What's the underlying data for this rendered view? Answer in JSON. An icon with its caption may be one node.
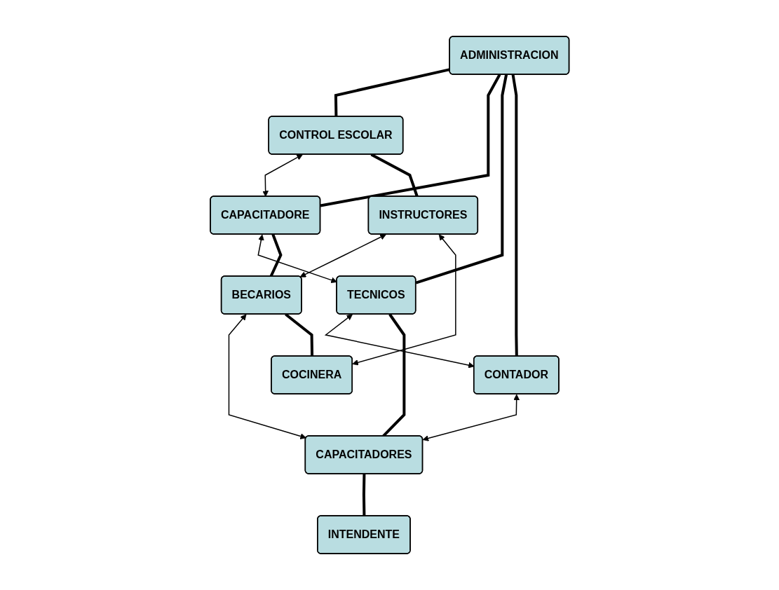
{
  "diagram": {
    "nodes": [
      {
        "text": [
          "ADMINISTRACION"
        ]
      },
      {
        "text": [
          "CONTROL ESCOLAR"
        ]
      },
      {
        "text": [
          "CAPACITADORE"
        ]
      },
      {
        "text": [
          "TECNICOS"
        ]
      },
      {
        "text": [
          "CONTADOR"
        ]
      },
      {
        "text": [
          "INSTRUCTORES"
        ]
      },
      {
        "text": [
          "BECARIOS"
        ]
      },
      {
        "text": [
          "CAPACITADORES"
        ]
      },
      {
        "text": [
          "COCINERA"
        ]
      },
      {
        "text": [
          "INTENDENTE"
        ]
      }
    ],
    "edges": [
      {
        "from": 0,
        "to": 1,
        "arrow": "none"
      },
      {
        "from": 0,
        "to": 2,
        "arrow": "none"
      },
      {
        "from": 0,
        "to": 3,
        "arrow": "none"
      },
      {
        "from": 0,
        "to": 4,
        "arrow": "none"
      },
      {
        "from": 1,
        "to": 2,
        "arrow": "both"
      },
      {
        "from": 2,
        "to": 3,
        "arrow": "both"
      },
      {
        "from": 3,
        "to": 4,
        "arrow": "both"
      },
      {
        "from": 1,
        "to": 5,
        "arrow": "none"
      },
      {
        "from": 2,
        "to": 6,
        "arrow": "none"
      },
      {
        "from": 3,
        "to": 7,
        "arrow": "none"
      },
      {
        "from": 5,
        "to": 6,
        "arrow": "both"
      },
      {
        "from": 6,
        "to": 7,
        "arrow": "both"
      },
      {
        "from": 4,
        "to": 7,
        "arrow": "both"
      },
      {
        "from": 5,
        "to": 8,
        "arrow": "both"
      },
      {
        "from": 6,
        "to": 8,
        "arrow": "none"
      },
      {
        "from": 7,
        "to": 9,
        "arrow": "none"
      }
    ]
  }
}
